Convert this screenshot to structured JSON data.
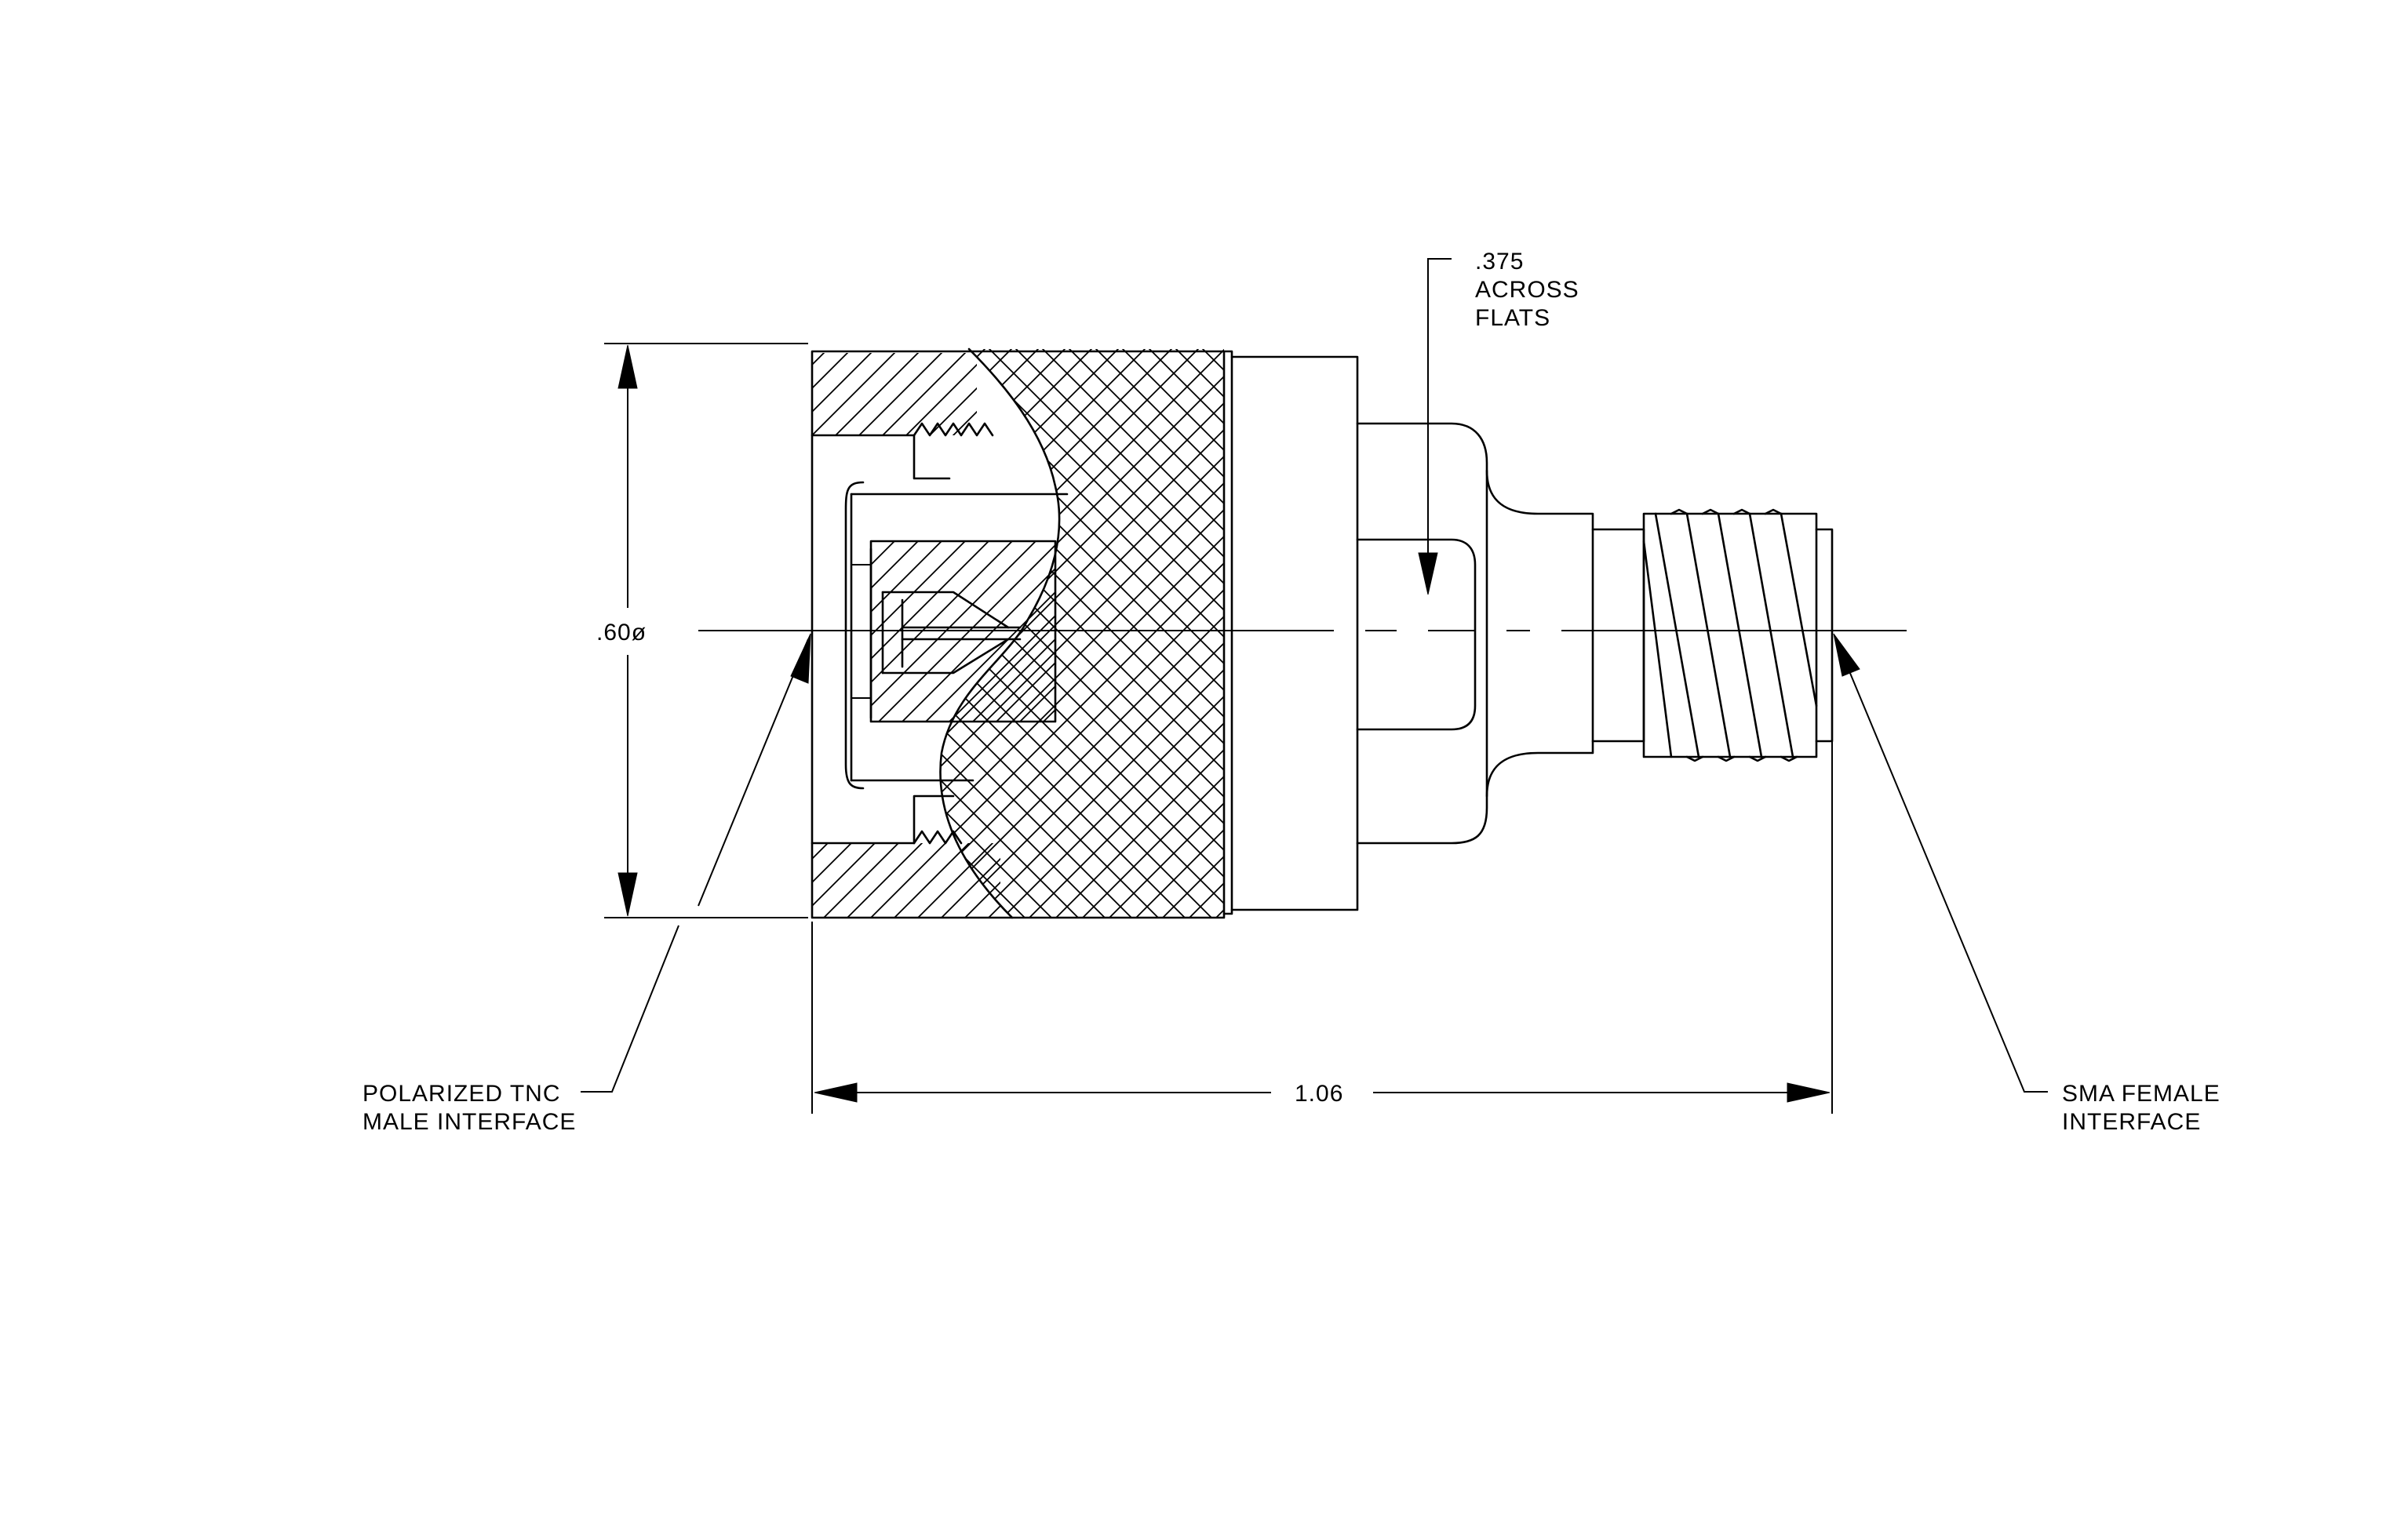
{
  "labels": {
    "diameter": ".60ø",
    "flats_line1": ".375",
    "flats_line2": "ACROSS",
    "flats_line3": "FLATS",
    "length": "1.06",
    "tnc_line1": "POLARIZED TNC",
    "tnc_line2": "MALE INTERFACE",
    "sma_line1": "SMA FEMALE",
    "sma_line2": "INTERFACE"
  }
}
